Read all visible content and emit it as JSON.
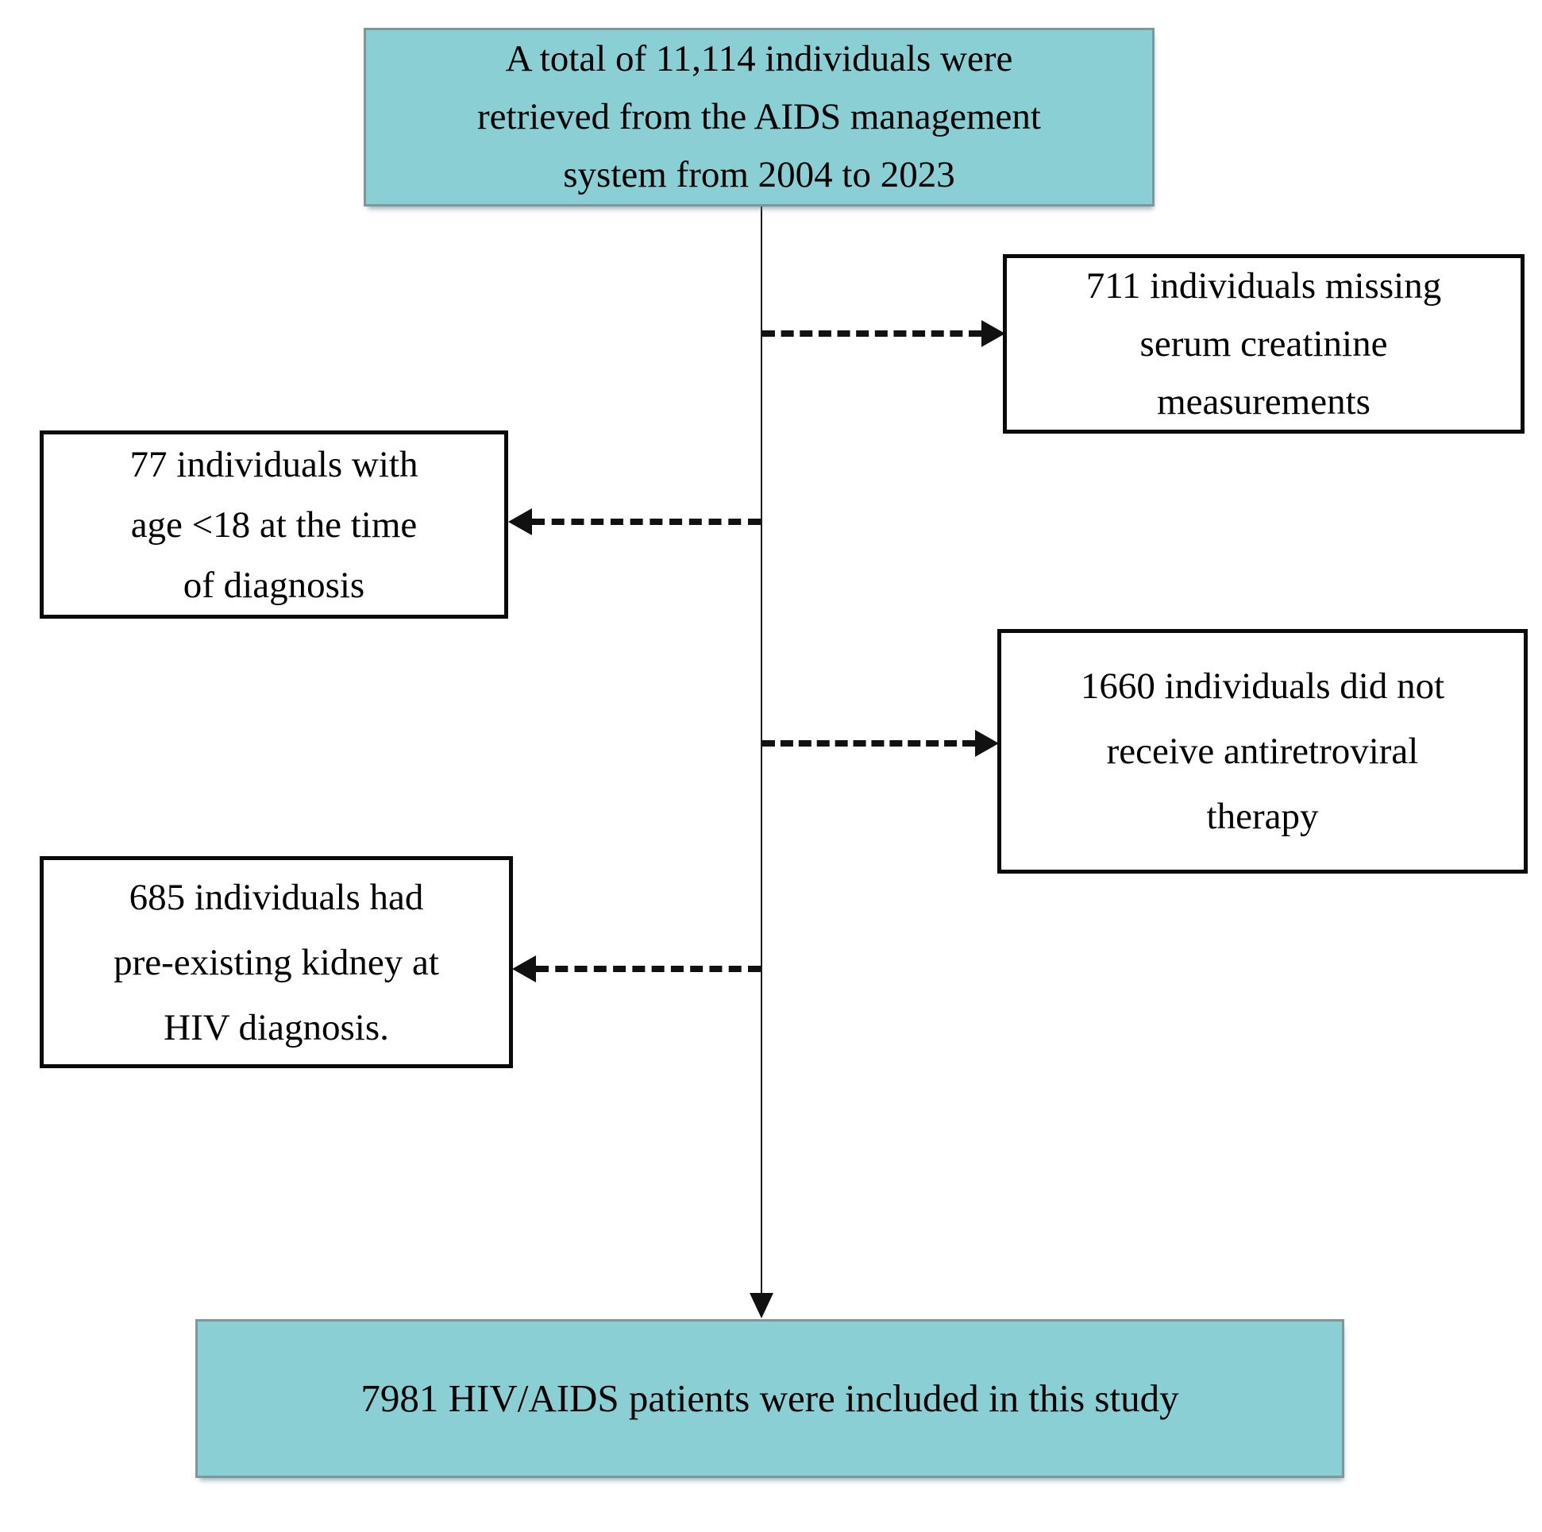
{
  "diagram": {
    "type": "flowchart",
    "subject": "HIV/AIDS study participant selection flow",
    "colors": {
      "highlight_fill": "#8ACFD4",
      "highlight_border": "#7D989C",
      "exclusion_border": "#0a0a0a",
      "line_color": "#111111",
      "text_color": "#000000",
      "background": "#ffffff"
    },
    "nodes": [
      {
        "id": "source",
        "kind": "highlight",
        "lines": [
          "A total of 11,114 individuals were",
          "retrieved from the AIDS management",
          "system from 2004 to 2023"
        ]
      },
      {
        "id": "excluded-missing-creatinine",
        "kind": "exclusion",
        "lines": [
          "711 individuals missing",
          "serum creatinine",
          "measurements"
        ]
      },
      {
        "id": "excluded-age-under-18",
        "kind": "exclusion",
        "lines": [
          "77 individuals with",
          "age <18 at the time",
          "of diagnosis"
        ]
      },
      {
        "id": "excluded-no-art",
        "kind": "exclusion",
        "lines": [
          "1660 individuals did not",
          "receive antiretroviral",
          "therapy"
        ]
      },
      {
        "id": "excluded-preexisting-kidney",
        "kind": "exclusion",
        "lines": [
          "685 individuals had",
          "pre-existing kidney at",
          "HIV diagnosis."
        ]
      },
      {
        "id": "final-included",
        "kind": "highlight",
        "lines": [
          "7981 HIV/AIDS patients were included in this study"
        ]
      }
    ],
    "edges": [
      {
        "from": "source",
        "to": "final-included",
        "style": "solid",
        "arrow": "down"
      },
      {
        "from": "source",
        "to": "excluded-missing-creatinine",
        "style": "dashed",
        "arrow": "right"
      },
      {
        "from": "source",
        "to": "excluded-age-under-18",
        "style": "dashed",
        "arrow": "left"
      },
      {
        "from": "source",
        "to": "excluded-no-art",
        "style": "dashed",
        "arrow": "right"
      },
      {
        "from": "source",
        "to": "excluded-preexisting-kidney",
        "style": "dashed",
        "arrow": "left"
      }
    ]
  }
}
